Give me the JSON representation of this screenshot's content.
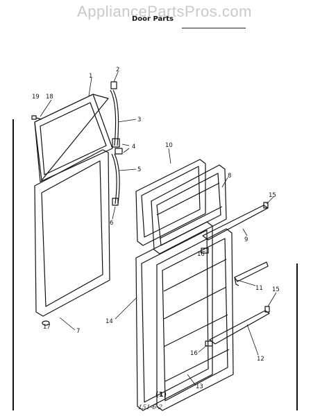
{
  "watermark": "AppliancePartsPros.com",
  "title": "Door Parts",
  "figure_label": "(1)",
  "handwritten_note": "151-6-2",
  "callouts": [
    {
      "id": "c1",
      "text": "1"
    },
    {
      "id": "c2",
      "text": "2"
    },
    {
      "id": "c3",
      "text": "3"
    },
    {
      "id": "c4",
      "text": "4"
    },
    {
      "id": "c5",
      "text": "5"
    },
    {
      "id": "c6",
      "text": "6"
    },
    {
      "id": "c7",
      "text": "7"
    },
    {
      "id": "c8",
      "text": "8"
    },
    {
      "id": "c9",
      "text": "9"
    },
    {
      "id": "c10",
      "text": "10"
    },
    {
      "id": "c11",
      "text": "11"
    },
    {
      "id": "c12",
      "text": "12"
    },
    {
      "id": "c13",
      "text": "13"
    },
    {
      "id": "c14",
      "text": "14"
    },
    {
      "id": "c15a",
      "text": "15"
    },
    {
      "id": "c15b",
      "text": "15"
    },
    {
      "id": "c16a",
      "text": "16"
    },
    {
      "id": "c16b",
      "text": "16"
    },
    {
      "id": "c17",
      "text": "17"
    },
    {
      "id": "c18",
      "text": "18"
    },
    {
      "id": "c19",
      "text": "19"
    }
  ]
}
